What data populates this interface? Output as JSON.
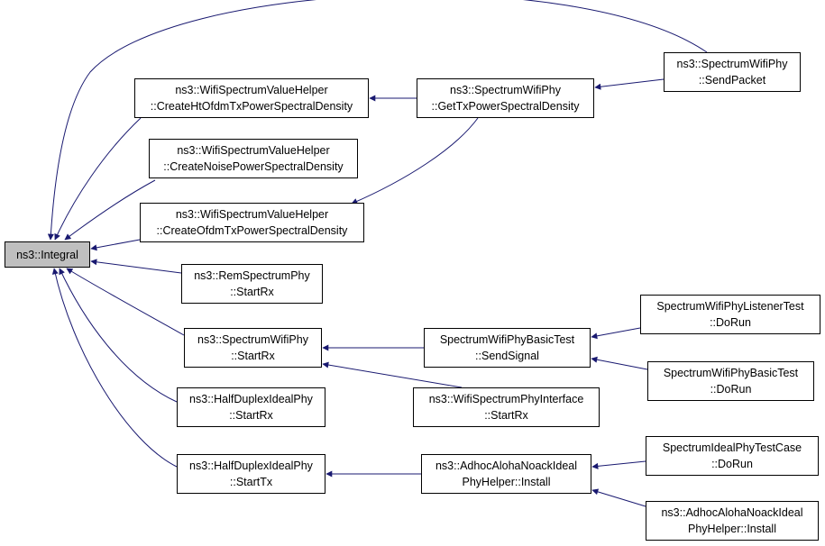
{
  "graph": {
    "type": "call-graph",
    "direction": "right-to-left",
    "colors": {
      "edge": "#191970",
      "node_border": "#000000",
      "node_fill": "#ffffff",
      "root_fill": "#bfbfbf"
    },
    "nodes": [
      {
        "id": "integral",
        "lines": [
          "ns3::Integral"
        ],
        "root": true
      },
      {
        "id": "spectrumwifiphy-sendpacket",
        "lines": [
          "ns3::SpectrumWifiPhy",
          "::SendPacket"
        ]
      },
      {
        "id": "createht",
        "lines": [
          "ns3::WifiSpectrumValueHelper",
          "::CreateHtOfdmTxPowerSpectralDensity"
        ]
      },
      {
        "id": "gettxpower",
        "lines": [
          "ns3::SpectrumWifiPhy",
          "::GetTxPowerSpectralDensity"
        ]
      },
      {
        "id": "createnoise",
        "lines": [
          "ns3::WifiSpectrumValueHelper",
          "::CreateNoisePowerSpectralDensity"
        ]
      },
      {
        "id": "createofdm",
        "lines": [
          "ns3::WifiSpectrumValueHelper",
          "::CreateOfdmTxPowerSpectralDensity"
        ]
      },
      {
        "id": "rem-startrx",
        "lines": [
          "ns3::RemSpectrumPhy",
          "::StartRx"
        ]
      },
      {
        "id": "spectrumwifiphy-startrx",
        "lines": [
          "ns3::SpectrumWifiPhy",
          "::StartRx"
        ]
      },
      {
        "id": "sendsignal",
        "lines": [
          "SpectrumWifiPhyBasicTest",
          "::SendSignal"
        ]
      },
      {
        "id": "listenertest-dorun",
        "lines": [
          "SpectrumWifiPhyListenerTest",
          "::DoRun"
        ]
      },
      {
        "id": "basictest-dorun",
        "lines": [
          "SpectrumWifiPhyBasicTest",
          "::DoRun"
        ]
      },
      {
        "id": "wifiphyinterface-startrx",
        "lines": [
          "ns3::WifiSpectrumPhyInterface",
          "::StartRx"
        ]
      },
      {
        "id": "halfduplex-startrx",
        "lines": [
          "ns3::HalfDuplexIdealPhy",
          "::StartRx"
        ]
      },
      {
        "id": "halfduplex-starttx",
        "lines": [
          "ns3::HalfDuplexIdealPhy",
          "::StartTx"
        ]
      },
      {
        "id": "adhoc-install",
        "lines": [
          "ns3::AdhocAlohaNoackIdeal",
          "PhyHelper::Install"
        ]
      },
      {
        "id": "idealphytestcase-dorun",
        "lines": [
          "SpectrumIdealPhyTestCase",
          "::DoRun"
        ]
      },
      {
        "id": "adhoc-install-2",
        "lines": [
          "ns3::AdhocAlohaNoackIdeal",
          "PhyHelper::Install"
        ]
      }
    ],
    "edges": [
      {
        "from": "spectrumwifiphy-sendpacket",
        "to": "integral"
      },
      {
        "from": "spectrumwifiphy-sendpacket",
        "to": "gettxpower"
      },
      {
        "from": "gettxpower",
        "to": "createht"
      },
      {
        "from": "gettxpower",
        "to": "createofdm"
      },
      {
        "from": "createht",
        "to": "integral"
      },
      {
        "from": "createnoise",
        "to": "integral"
      },
      {
        "from": "createofdm",
        "to": "integral"
      },
      {
        "from": "rem-startrx",
        "to": "integral"
      },
      {
        "from": "spectrumwifiphy-startrx",
        "to": "integral"
      },
      {
        "from": "sendsignal",
        "to": "spectrumwifiphy-startrx"
      },
      {
        "from": "wifiphyinterface-startrx",
        "to": "spectrumwifiphy-startrx"
      },
      {
        "from": "listenertest-dorun",
        "to": "sendsignal"
      },
      {
        "from": "basictest-dorun",
        "to": "sendsignal"
      },
      {
        "from": "halfduplex-startrx",
        "to": "integral"
      },
      {
        "from": "halfduplex-starttx",
        "to": "integral"
      },
      {
        "from": "adhoc-install",
        "to": "halfduplex-starttx"
      },
      {
        "from": "idealphytestcase-dorun",
        "to": "adhoc-install"
      },
      {
        "from": "adhoc-install-2",
        "to": "adhoc-install"
      }
    ]
  }
}
